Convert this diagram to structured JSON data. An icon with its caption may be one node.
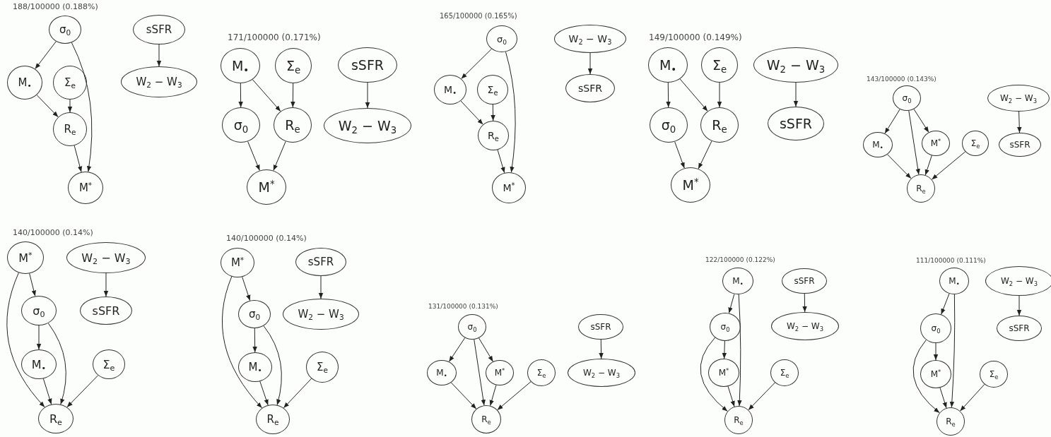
{
  "diagram": {
    "nodes": [
      {
        "text": [
          "σ$_{0}$"
        ]
      },
      {
        "text": [
          "sSFR"
        ]
      },
      {
        "text": [
          "M$_{•}$"
        ]
      },
      {
        "text": [
          "Σ$_{e}$"
        ]
      },
      {
        "text": [
          "W$_{2}$ − W$_{3}$"
        ]
      },
      {
        "text": [
          "R$_{e}$"
        ]
      },
      {
        "text": [
          "M$^{*}$"
        ]
      },
      {
        "text": [
          "M$_{•}$"
        ]
      },
      {
        "text": [
          "Σ$_{e}$"
        ]
      },
      {
        "text": [
          "sSFR"
        ]
      },
      {
        "text": [
          "σ$_{0}$"
        ]
      },
      {
        "text": [
          "R$_{e}$"
        ]
      },
      {
        "text": [
          "W$_{2}$ − W$_{3}$"
        ]
      },
      {
        "text": [
          "M$^{*}$"
        ]
      },
      {
        "text": [
          "σ$_{0}$"
        ]
      },
      {
        "text": [
          "W$_{2}$ − W$_{3}$"
        ]
      },
      {
        "text": [
          "M$_{•}$"
        ]
      },
      {
        "text": [
          "Σ$_{e}$"
        ]
      },
      {
        "text": [
          "sSFR"
        ]
      },
      {
        "text": [
          "R$_{e}$"
        ]
      },
      {
        "text": [
          "M$^{*}$"
        ]
      },
      {
        "text": [
          "M$_{•}$"
        ]
      },
      {
        "text": [
          "Σ$_{e}$"
        ]
      },
      {
        "text": [
          "W$_{2}$ − W$_{3}$"
        ]
      },
      {
        "text": [
          "σ$_{0}$"
        ]
      },
      {
        "text": [
          "R$_{e}$"
        ]
      },
      {
        "text": [
          "sSFR"
        ]
      },
      {
        "text": [
          "M$^{*}$"
        ]
      },
      {
        "text": [
          "σ$_{0}$"
        ]
      },
      {
        "text": [
          "W$_{2}$ − W$_{3}$"
        ]
      },
      {
        "text": [
          "M$_{•}$"
        ]
      },
      {
        "text": [
          "M$^{*}$"
        ]
      },
      {
        "text": [
          "Σ$_{e}$"
        ]
      },
      {
        "text": [
          "sSFR"
        ]
      },
      {
        "text": [
          "R$_{e}$"
        ]
      },
      {
        "text": [
          "M$^{*}$"
        ]
      },
      {
        "text": [
          "W$_{2}$ − W$_{3}$"
        ]
      },
      {
        "text": [
          "σ$_{0}$"
        ]
      },
      {
        "text": [
          "sSFR"
        ]
      },
      {
        "text": [
          "M$_{•}$"
        ]
      },
      {
        "text": [
          "Σ$_{e}$"
        ]
      },
      {
        "text": [
          "R$_{e}$"
        ]
      },
      {
        "text": [
          "M$^{*}$"
        ]
      },
      {
        "text": [
          "sSFR"
        ]
      },
      {
        "text": [
          "σ$_{0}$"
        ]
      },
      {
        "text": [
          "W$_{2}$ − W$_{3}$"
        ]
      },
      {
        "text": [
          "M$_{•}$"
        ]
      },
      {
        "text": [
          "Σ$_{e}$"
        ]
      },
      {
        "text": [
          "R$_{e}$"
        ]
      },
      {
        "text": [
          "σ$_{0}$"
        ]
      },
      {
        "text": [
          "sSFR"
        ]
      },
      {
        "text": [
          "M$_{•}$"
        ]
      },
      {
        "text": [
          "M$^{*}$"
        ]
      },
      {
        "text": [
          "Σ$_{e}$"
        ]
      },
      {
        "text": [
          "W$_{2}$ − W$_{3}$"
        ]
      },
      {
        "text": [
          "R$_{e}$"
        ]
      },
      {
        "text": [
          "M$_{•}$"
        ]
      },
      {
        "text": [
          "sSFR"
        ]
      },
      {
        "text": [
          "σ$_{0}$"
        ]
      },
      {
        "text": [
          "W$_{2}$ − W$_{3}$"
        ]
      },
      {
        "text": [
          "M$^{*}$"
        ]
      },
      {
        "text": [
          "Σ$_{e}$"
        ]
      },
      {
        "text": [
          "R$_{e}$"
        ]
      },
      {
        "text": [
          "M$_{•}$"
        ]
      },
      {
        "text": [
          "W$_{2}$ − W$_{3}$"
        ]
      },
      {
        "text": [
          "σ$_{0}$"
        ]
      },
      {
        "text": [
          "sSFR"
        ]
      },
      {
        "text": [
          "M$^{*}$"
        ]
      },
      {
        "text": [
          "Σ$_{e}$"
        ]
      },
      {
        "text": [
          "R$_{e}$"
        ]
      }
    ],
    "edges": [
      {
        "from": 0,
        "to": 2,
        "arrow": "to"
      },
      {
        "from": 0,
        "to": 6,
        "arrow": "to"
      },
      {
        "from": 2,
        "to": 5,
        "arrow": "to"
      },
      {
        "from": 3,
        "to": 5,
        "arrow": "to"
      },
      {
        "from": 5,
        "to": 6,
        "arrow": "to"
      },
      {
        "from": 1,
        "to": 4,
        "arrow": "to"
      },
      {
        "from": 7,
        "to": 10,
        "arrow": "to"
      },
      {
        "from": 7,
        "to": 11,
        "arrow": "to"
      },
      {
        "from": 8,
        "to": 11,
        "arrow": "to"
      },
      {
        "from": 9,
        "to": 12,
        "arrow": "to"
      },
      {
        "from": 10,
        "to": 13,
        "arrow": "to"
      },
      {
        "from": 11,
        "to": 13,
        "arrow": "to"
      },
      {
        "from": 14,
        "to": 16,
        "arrow": "to"
      },
      {
        "from": 14,
        "to": 20,
        "arrow": "to"
      },
      {
        "from": 15,
        "to": 18,
        "arrow": "to"
      },
      {
        "from": 16,
        "to": 19,
        "arrow": "to"
      },
      {
        "from": 17,
        "to": 19,
        "arrow": "to"
      },
      {
        "from": 19,
        "to": 20,
        "arrow": "to"
      },
      {
        "from": 21,
        "to": 24,
        "arrow": "to"
      },
      {
        "from": 21,
        "to": 25,
        "arrow": "to"
      },
      {
        "from": 22,
        "to": 25,
        "arrow": "to"
      },
      {
        "from": 23,
        "to": 26,
        "arrow": "to"
      },
      {
        "from": 24,
        "to": 27,
        "arrow": "to"
      },
      {
        "from": 25,
        "to": 27,
        "arrow": "to"
      },
      {
        "from": 28,
        "to": 30,
        "arrow": "to"
      },
      {
        "from": 28,
        "to": 34,
        "arrow": "to"
      },
      {
        "from": 28,
        "to": 31,
        "arrow": "to"
      },
      {
        "from": 29,
        "to": 33,
        "arrow": "to"
      },
      {
        "from": 30,
        "to": 34,
        "arrow": "to"
      },
      {
        "from": 31,
        "to": 34,
        "arrow": "to"
      },
      {
        "from": 32,
        "to": 34,
        "arrow": "to"
      },
      {
        "from": 35,
        "to": 37,
        "arrow": "to"
      },
      {
        "from": 35,
        "to": 41,
        "arrow": "to"
      },
      {
        "from": 36,
        "to": 38,
        "arrow": "to"
      },
      {
        "from": 37,
        "to": 39,
        "arrow": "to"
      },
      {
        "from": 37,
        "to": 41,
        "arrow": "to"
      },
      {
        "from": 39,
        "to": 41,
        "arrow": "to"
      },
      {
        "from": 40,
        "to": 41,
        "arrow": "to"
      },
      {
        "from": 42,
        "to": 44,
        "arrow": "to"
      },
      {
        "from": 42,
        "to": 48,
        "arrow": "to"
      },
      {
        "from": 43,
        "to": 45,
        "arrow": "to"
      },
      {
        "from": 44,
        "to": 46,
        "arrow": "to"
      },
      {
        "from": 44,
        "to": 48,
        "arrow": "to"
      },
      {
        "from": 46,
        "to": 48,
        "arrow": "to"
      },
      {
        "from": 47,
        "to": 48,
        "arrow": "to"
      },
      {
        "from": 49,
        "to": 51,
        "arrow": "to"
      },
      {
        "from": 49,
        "to": 55,
        "arrow": "to"
      },
      {
        "from": 49,
        "to": 52,
        "arrow": "to"
      },
      {
        "from": 50,
        "to": 54,
        "arrow": "to"
      },
      {
        "from": 51,
        "to": 55,
        "arrow": "to"
      },
      {
        "from": 52,
        "to": 55,
        "arrow": "to"
      },
      {
        "from": 53,
        "to": 55,
        "arrow": "to"
      },
      {
        "from": 56,
        "to": 58,
        "arrow": "to"
      },
      {
        "from": 56,
        "to": 62,
        "arrow": "to"
      },
      {
        "from": 57,
        "to": 59,
        "arrow": "to"
      },
      {
        "from": 58,
        "to": 60,
        "arrow": "to"
      },
      {
        "from": 58,
        "to": 62,
        "arrow": "to"
      },
      {
        "from": 60,
        "to": 62,
        "arrow": "to"
      },
      {
        "from": 61,
        "to": 62,
        "arrow": "to"
      },
      {
        "from": 63,
        "to": 65,
        "arrow": "to"
      },
      {
        "from": 63,
        "to": 69,
        "arrow": "to"
      },
      {
        "from": 64,
        "to": 66,
        "arrow": "to"
      },
      {
        "from": 65,
        "to": 67,
        "arrow": "to"
      },
      {
        "from": 65,
        "to": 69,
        "arrow": "to"
      },
      {
        "from": 67,
        "to": 69,
        "arrow": "to"
      },
      {
        "from": 68,
        "to": 69,
        "arrow": "to"
      }
    ],
    "labels": [
      "188/100000 (0.188%)",
      "171/100000 (0.171%)",
      "165/100000 (0.165%)",
      "149/100000 (0.149%)",
      "143/100000 (0.143%)",
      "140/100000 (0.14%)",
      "140/100000 (0.14%)",
      "131/100000 (0.131%)",
      "122/100000 (0.122%)",
      "111/100000 (0.111%)"
    ]
  }
}
